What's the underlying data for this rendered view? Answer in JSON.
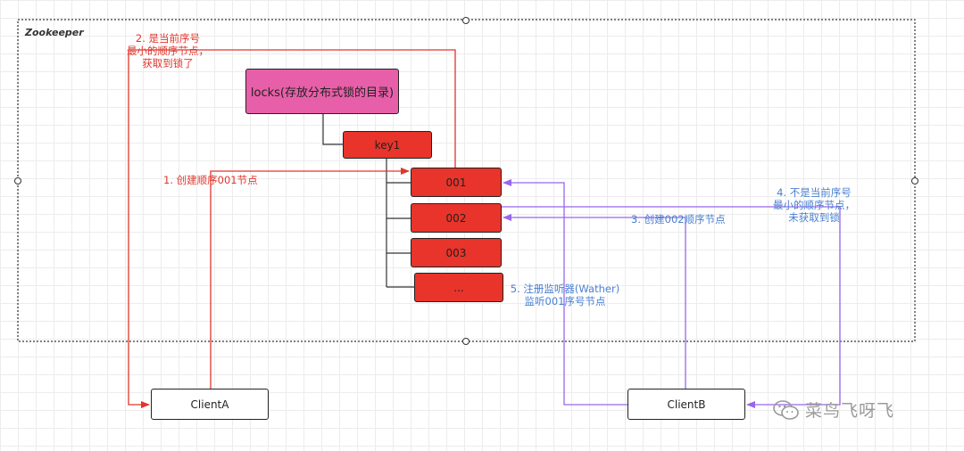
{
  "container": {
    "title": "Zookeeper"
  },
  "nodes": {
    "locks": "locks(存放分布式锁的目录)",
    "key1": "key1",
    "n001": "001",
    "n002": "002",
    "n003": "003",
    "nmore": "...",
    "clientA": "ClientA",
    "clientB": "ClientB"
  },
  "labels": {
    "step1": "1. 创建顺序001节点",
    "step2": [
      "2. 是当前序号",
      "最小的顺序节点，",
      "获取到锁了"
    ],
    "step3": "3. 创建002顺序节点",
    "step4": [
      "4. 不是当前序号",
      "最小的顺序节点，",
      "未获取到锁"
    ],
    "step5": [
      "5. 注册监听器(Wather)",
      "监听001序号节点"
    ]
  },
  "watermark": {
    "text": "菜鸟飞呀飞",
    "icon": "wechat-icon"
  },
  "colors": {
    "red_node": "#e8342a",
    "pink_node": "#e85fa9",
    "red_arrow": "#e0362c",
    "purple_arrow": "#9966ee",
    "blue_text": "#4a7fd0"
  }
}
